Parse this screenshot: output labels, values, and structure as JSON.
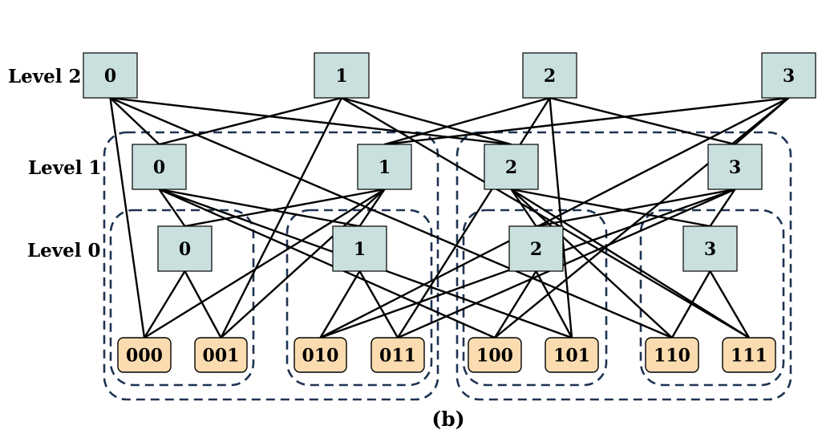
{
  "colors": {
    "switch_fill": "#c9e0df",
    "switch_stroke": "#000000",
    "host_fill": "#fbdcb0",
    "host_stroke": "#000000",
    "link": "#000000",
    "group_border": "#1f3352"
  },
  "levels": [
    "Level 2",
    "Level 1",
    "Level 0"
  ],
  "caption": "(b)",
  "switches": {
    "level2": [
      "0",
      "1",
      "2",
      "3"
    ],
    "level1": [
      "0",
      "1",
      "2",
      "3"
    ],
    "level0": [
      "0",
      "1",
      "2",
      "3"
    ]
  },
  "hosts": [
    "000",
    "001",
    "010",
    "011",
    "100",
    "101",
    "110",
    "111"
  ],
  "links": {
    "level0_to_hosts": [
      [
        0,
        0
      ],
      [
        0,
        1
      ],
      [
        1,
        2
      ],
      [
        1,
        3
      ],
      [
        2,
        4
      ],
      [
        2,
        5
      ],
      [
        3,
        6
      ],
      [
        3,
        7
      ]
    ],
    "level1_to_level0": [
      [
        0,
        0
      ],
      [
        0,
        1
      ],
      [
        1,
        0
      ],
      [
        1,
        1
      ],
      [
        2,
        2
      ],
      [
        2,
        3
      ],
      [
        3,
        2
      ],
      [
        3,
        3
      ]
    ],
    "level1_to_hosts": [
      [
        0,
        4
      ],
      [
        0,
        5
      ],
      [
        1,
        0
      ],
      [
        1,
        1
      ],
      [
        2,
        6
      ],
      [
        2,
        7
      ],
      [
        3,
        2
      ],
      [
        3,
        3
      ]
    ],
    "level2_to_level1": [
      [
        0,
        0
      ],
      [
        0,
        2
      ],
      [
        1,
        0
      ],
      [
        1,
        2
      ],
      [
        2,
        1
      ],
      [
        2,
        3
      ],
      [
        3,
        1
      ],
      [
        3,
        3
      ]
    ],
    "level2_to_hosts": [
      [
        0,
        0
      ],
      [
        0,
        6
      ],
      [
        1,
        1
      ],
      [
        1,
        7
      ],
      [
        2,
        3
      ],
      [
        2,
        5
      ],
      [
        3,
        2
      ],
      [
        3,
        4
      ]
    ]
  }
}
